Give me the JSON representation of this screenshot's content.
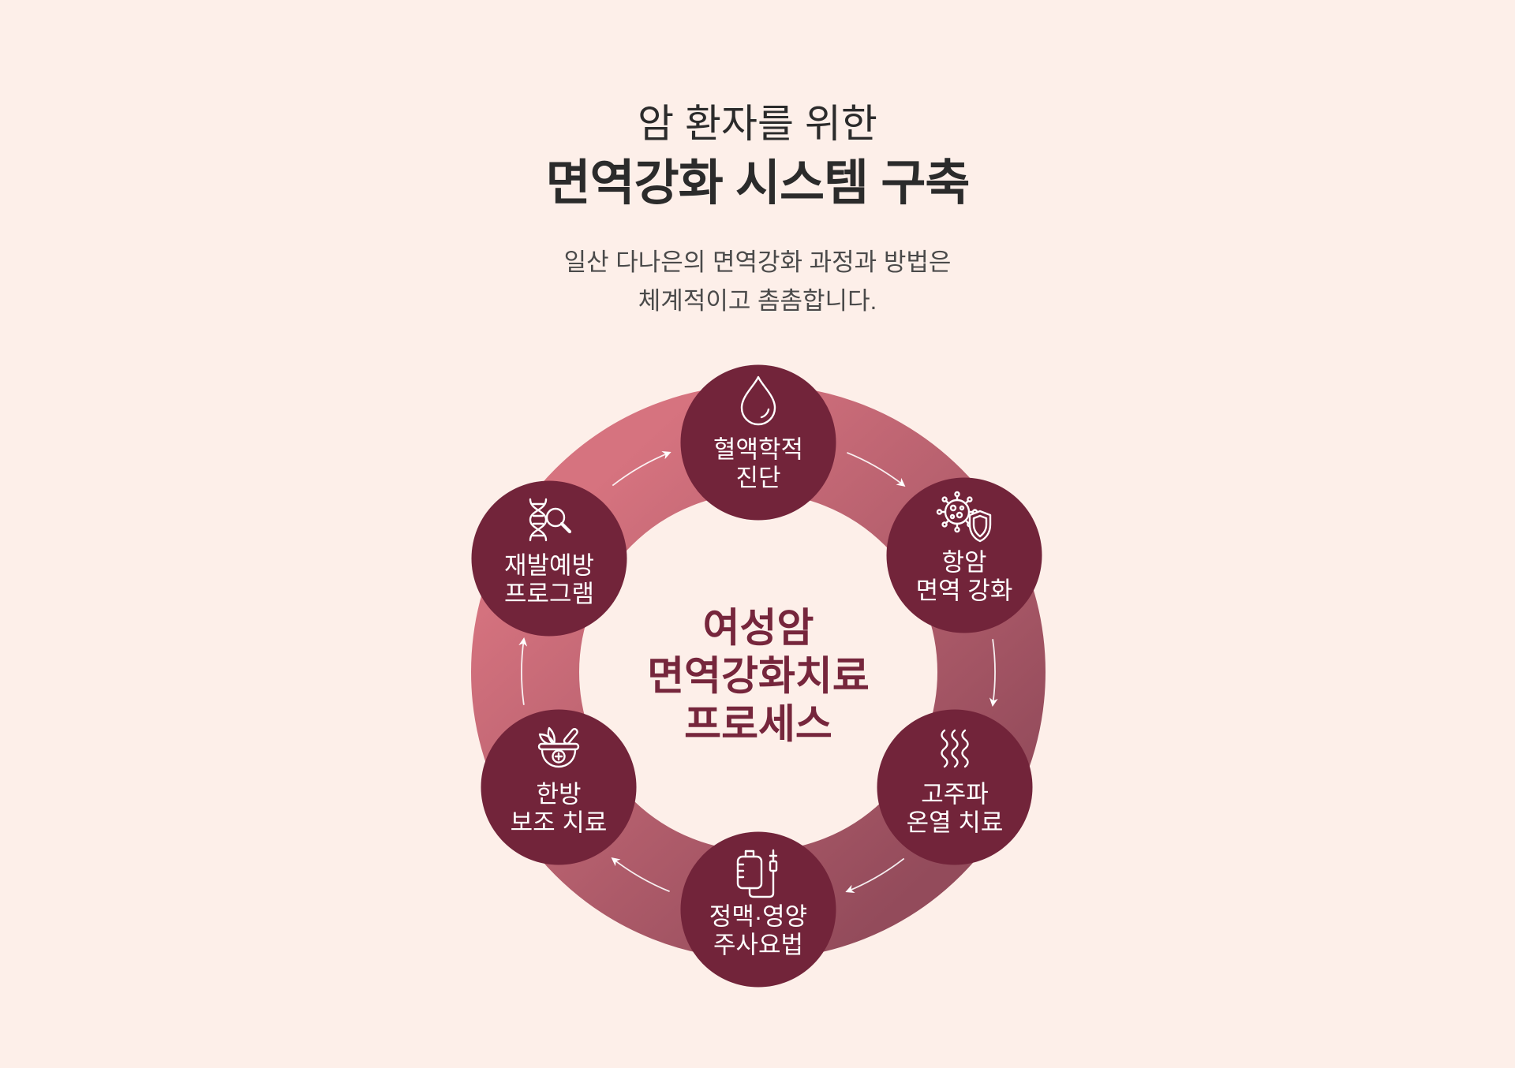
{
  "header": {
    "title_line1": "암 환자를 위한",
    "title_line2": "면역강화 시스템 구축",
    "description_lines": [
      "일산 다나은의 면역강화 과정과 방법은",
      "체계적이고 촘촘합니다."
    ]
  },
  "process": {
    "center_title_lines": [
      "여성암",
      "면역강화치료",
      "프로세스"
    ],
    "steps": [
      {
        "icon": "blood-drop-icon",
        "lines": [
          "혈액학적",
          "진단"
        ]
      },
      {
        "icon": "virus-shield-icon",
        "lines": [
          "항암",
          "면역 강화"
        ]
      },
      {
        "icon": "heat-waves-icon",
        "lines": [
          "고주파",
          "온열 치료"
        ]
      },
      {
        "icon": "iv-bag-icon",
        "lines": [
          "정맥·영양",
          "주사요법"
        ]
      },
      {
        "icon": "herbal-mortar-icon",
        "lines": [
          "한방",
          "보조 치료"
        ]
      },
      {
        "icon": "dna-magnifier-icon",
        "lines": [
          "재발예방",
          "프로그램"
        ]
      }
    ],
    "flow_direction": "clockwise"
  },
  "colors": {
    "background": "#fdefe9",
    "title_text": "#2b2b2b",
    "description_text": "#4a4a4a",
    "ring_light": "#d6737f",
    "ring_dark": "#934b5b",
    "step_circle": "#72243a",
    "step_text": "#ffffff",
    "center_title": "#76263c",
    "arrow": "#ffffff"
  }
}
